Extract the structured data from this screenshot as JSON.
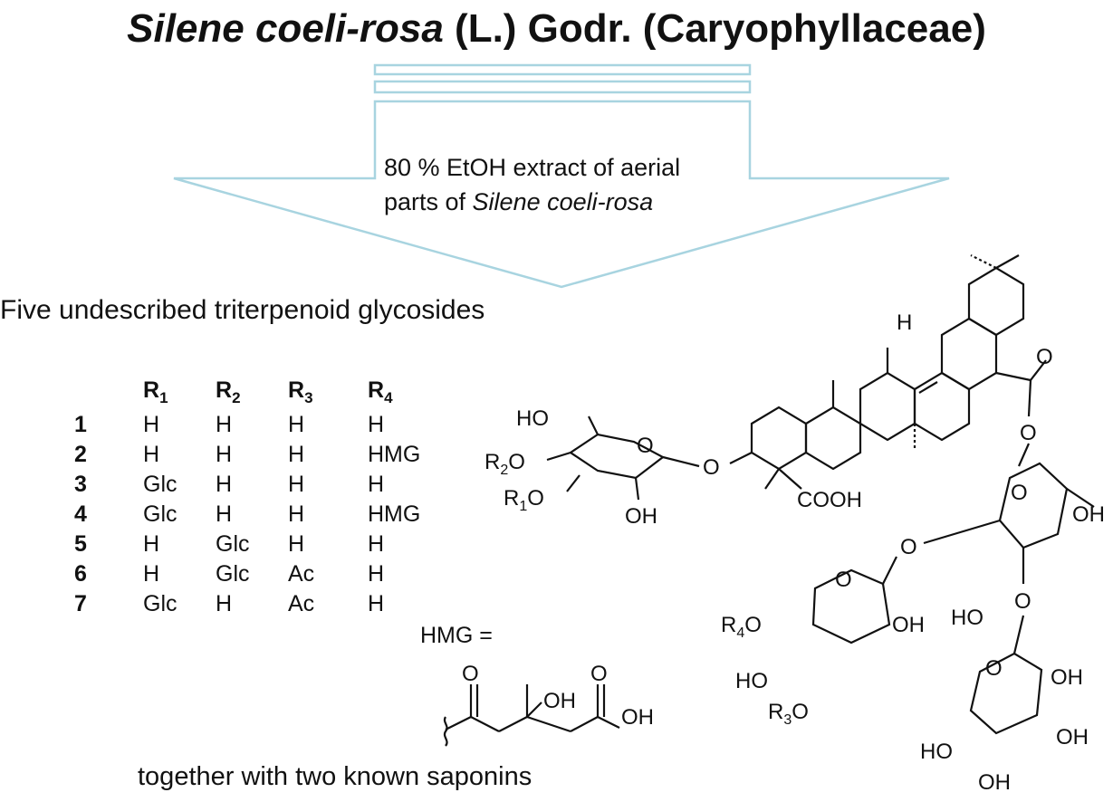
{
  "title": {
    "species_italic": "Silene coeli-rosa",
    "author_family": " (L.) Godr. (Caryophyllaceae)"
  },
  "arrow": {
    "line1": "80 % EtOH extract of aerial",
    "line2_prefix": "parts of ",
    "line2_italic": "Silene coeli-rosa"
  },
  "heading": "Five undescribed triterpenoid glycosides",
  "footer": "together with two known saponins",
  "table": {
    "headers": [
      "R1",
      "R2",
      "R3",
      "R4"
    ],
    "rows": [
      {
        "n": "1",
        "r1": "H",
        "r2": "H",
        "r3": "H",
        "r4": "H"
      },
      {
        "n": "2",
        "r1": "H",
        "r2": "H",
        "r3": "H",
        "r4": "HMG"
      },
      {
        "n": "3",
        "r1": "Glc",
        "r2": "H",
        "r3": "H",
        "r4": "H"
      },
      {
        "n": "4",
        "r1": "Glc",
        "r2": "H",
        "r3": "H",
        "r4": "HMG"
      },
      {
        "n": "5",
        "r1": "H",
        "r2": "Glc",
        "r3": "H",
        "r4": "H"
      },
      {
        "n": "6",
        "r1": "H",
        "r2": "Glc",
        "r3": "Ac",
        "r4": "H"
      },
      {
        "n": "7",
        "r1": "Glc",
        "r2": "H",
        "r3": "Ac",
        "r4": "H"
      }
    ]
  },
  "hmg": {
    "label": "HMG =",
    "atoms": {
      "o1": "O",
      "oh": "OH",
      "o2": "O",
      "oh2": "OH"
    }
  },
  "structure": {
    "labels": {
      "h": "H",
      "o_carbonyl": "O",
      "o_ester": "O",
      "ho_ch2": "HO",
      "r2o": "R2O",
      "r1o": "R1O",
      "oh_glc": "OH",
      "o_link": "O",
      "cooh": "COOH",
      "o_ring_glc": "O",
      "o_ring1": "O",
      "oh_ring1": "OH",
      "o_bridge": "O",
      "ho_ring1": "HO",
      "o_ring1b": "O",
      "o_ring2": "O",
      "oh_ring2": "OH",
      "r4o": "R4O",
      "ho_ring2": "HO",
      "r3o": "R3O",
      "o_ring3": "O",
      "oh_ring3a": "OH",
      "ho_ring3": "HO",
      "oh_ring3b": "OH",
      "oh_ring3c": "OH"
    }
  },
  "colors": {
    "arrow_outline": "#a8d4e0",
    "ink": "#111111"
  }
}
